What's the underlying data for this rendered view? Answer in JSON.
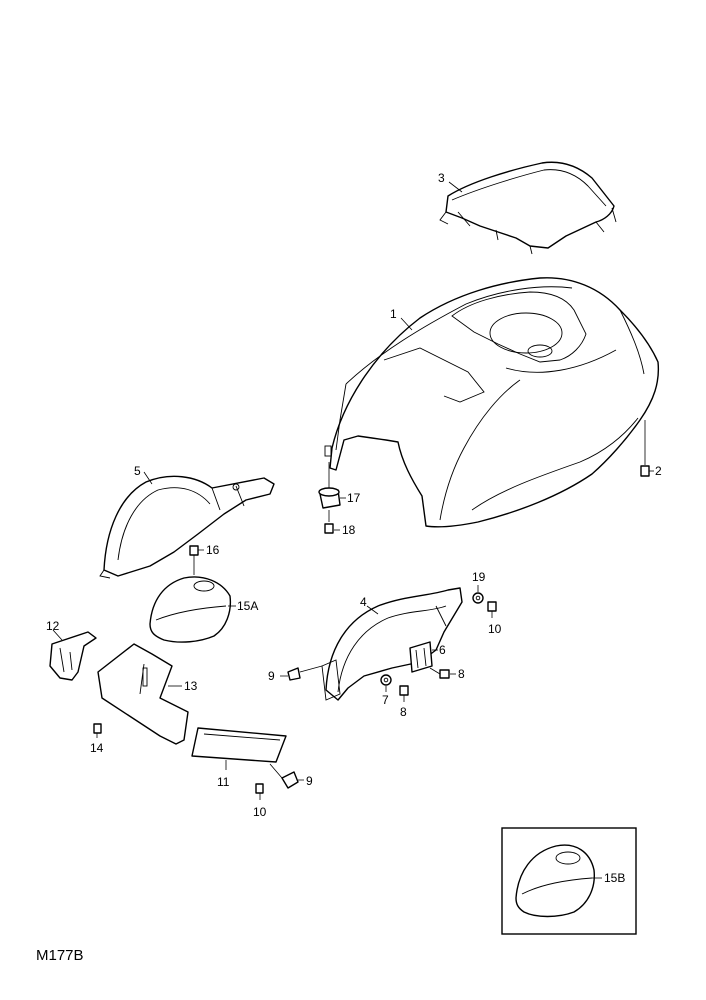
{
  "document_code": "M177B",
  "callouts": {
    "c1": "1",
    "c2": "2",
    "c3": "3",
    "c4": "4",
    "c5": "5",
    "c6": "6",
    "c7": "7",
    "c8a": "8",
    "c8b": "8",
    "c9a": "9",
    "c9b": "9",
    "c10a": "10",
    "c10b": "10",
    "c11": "11",
    "c12": "12",
    "c13": "13",
    "c14": "14",
    "c15a": "15A",
    "c15b": "15B",
    "c16": "16",
    "c17": "17",
    "c18": "18",
    "c19": "19"
  },
  "colors": {
    "line": "#000000",
    "background": "#ffffff"
  }
}
